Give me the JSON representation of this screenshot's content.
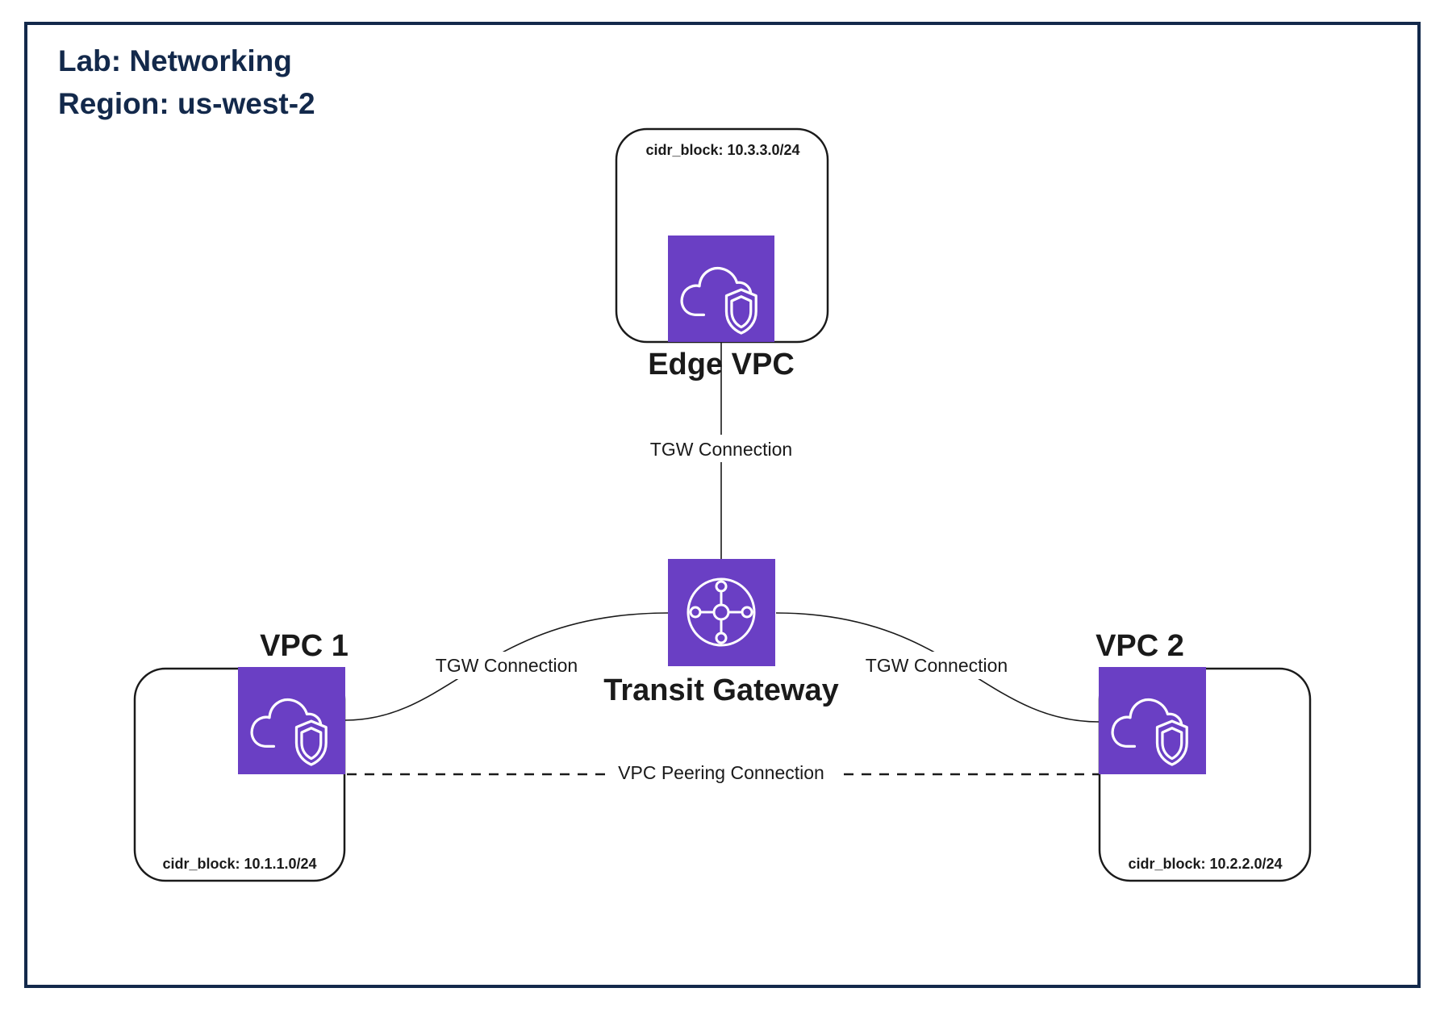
{
  "header": {
    "lab": "Lab: Networking",
    "region": "Region: us-west-2"
  },
  "nodes": {
    "edge_vpc": {
      "label": "Edge VPC",
      "cidr": "cidr_block: 10.3.3.0/24",
      "icon": "vpc-cloud-shield-icon"
    },
    "vpc1": {
      "label": "VPC 1",
      "cidr": "cidr_block: 10.1.1.0/24",
      "icon": "vpc-cloud-shield-icon"
    },
    "vpc2": {
      "label": "VPC 2",
      "cidr": "cidr_block: 10.2.2.0/24",
      "icon": "vpc-cloud-shield-icon"
    },
    "tgw": {
      "label": "Transit Gateway",
      "icon": "transit-gateway-hub-icon"
    }
  },
  "connections": {
    "edge_tgw": "TGW Connection",
    "vpc1_tgw": "TGW Connection",
    "vpc2_tgw": "TGW Connection",
    "peering": "VPC Peering Connection"
  },
  "colors": {
    "frame": "#13294b",
    "icon_tile": "#6a3fc4",
    "title_text": "#13294b"
  }
}
